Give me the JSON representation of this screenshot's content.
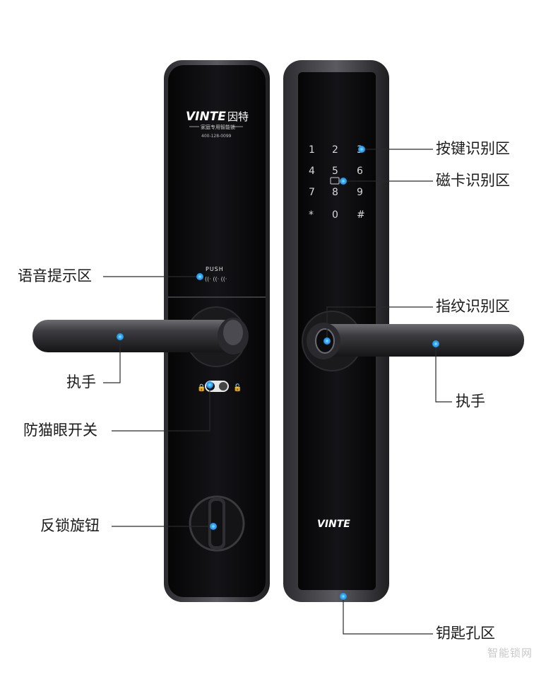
{
  "brand": {
    "logo_text": "VINTE",
    "logo_cn": "因特",
    "tagline": "家庭专用智能锁",
    "phone": "400-128-0099"
  },
  "push_label": "PUSH",
  "keypad": {
    "keys": [
      "1",
      "2",
      "3",
      "4",
      "5",
      "6",
      "7",
      "8",
      "9",
      "*",
      "0",
      "#"
    ]
  },
  "labels": {
    "keypad_area": "按键识别区",
    "card_area": "磁卡识别区",
    "voice_area": "语音提示区",
    "fingerprint_area": "指纹识别区",
    "handle_left": "执手",
    "handle_right": "执手",
    "peephole_switch": "防猫眼开关",
    "deadlock_knob": "反锁旋钮",
    "keyhole_area": "钥匙孔区"
  },
  "watermark": "智能锁网",
  "colors": {
    "lock_body": "#0b0b0d",
    "lock_frame": "#3a3a3e",
    "dot": "#36b0ff",
    "line": "#2a2a2a"
  }
}
